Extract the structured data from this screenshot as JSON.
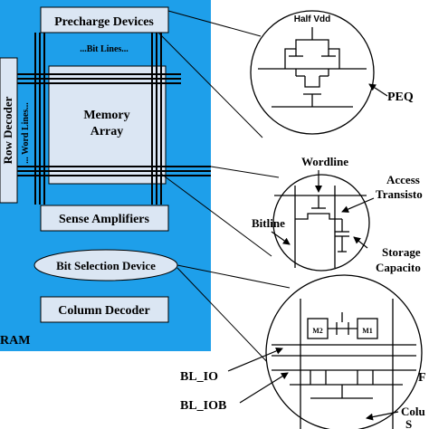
{
  "colors": {
    "dram_panel": "#1e9fea",
    "block_fill": "#dbe6f3",
    "line": "#000000",
    "background": "#ffffff"
  },
  "left_panel": {
    "title_fragment": "RAM",
    "row_decoder_label": "Row Decoder",
    "word_lines_label": "... Word Lines...",
    "bit_lines_label": "...Bit Lines...",
    "precharge_label": "Precharge Devices",
    "memory_array_label_1": "Memory",
    "memory_array_label_2": "Array",
    "sense_amp_label": "Sense Amplifiers",
    "bit_selection_label": "Bit Selection Device",
    "column_decoder_label": "Column Decoder"
  },
  "precharge_zoom": {
    "half_vdd_label": "Half Vdd",
    "peq_label": "PEQ"
  },
  "cell_zoom": {
    "wordline_label": "Wordline",
    "bitline_label": "Bitline",
    "access_label_1": "Access",
    "access_label_2": "Transisto",
    "storage_label_1": "Storage",
    "storage_label_2": "Capacito"
  },
  "column_zoom": {
    "m2_label": "M2",
    "m1_label": "M1",
    "bl_io_label": "BL_IO",
    "bl_iob_label": "BL_IOB",
    "right_label_fragment": "F",
    "column_label_1": "Colu",
    "column_label_2": "S"
  }
}
